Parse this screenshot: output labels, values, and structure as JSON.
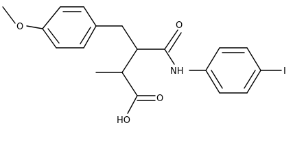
{
  "molecule": {
    "atom_labels": {
      "methoxy_o": "O",
      "amide_o": "O",
      "amide_nh": "NH",
      "iodine": "I",
      "acid_o": "O",
      "acid_oh": "HO"
    }
  }
}
